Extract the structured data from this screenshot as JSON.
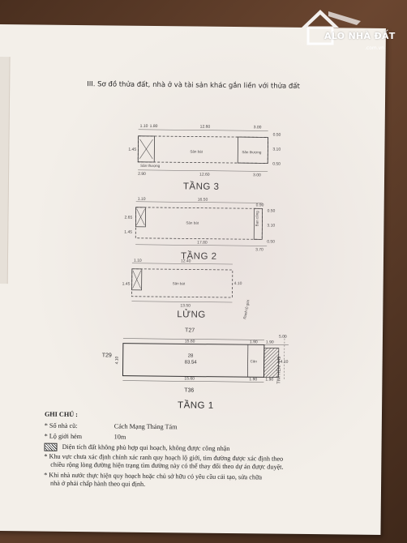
{
  "watermark": {
    "brand": "ALO NHÀ ĐẤT",
    "domain": ".com.vn"
  },
  "header": {
    "section_title": "III. Sơ đồ thửa đất, nhà ở và tài sản khác gắn liền với thửa đất"
  },
  "floors": {
    "tang3": {
      "title": "TẦNG 3",
      "rooms": [
        "Sân thượng",
        "Sân bát",
        "Sân thượng"
      ],
      "dims": [
        "1.10",
        "1.80",
        "12.60",
        "3.00",
        "0.50",
        "3.10",
        "0.50",
        "1.45",
        "2.90",
        "12.60",
        "3.00"
      ]
    },
    "tang2": {
      "title": "TẦNG 2",
      "rooms": [
        "Sân bát",
        "Ban công"
      ],
      "dims": [
        "1.10",
        "16.50",
        "0.90",
        "2.65",
        "1.45",
        "17.80",
        "0.50",
        "3.10",
        "0.50",
        "3.70"
      ]
    },
    "lung": {
      "title": "LỬNG",
      "rooms": [
        "Sân bát"
      ],
      "dims": [
        "1.10",
        "12.40",
        "1.45",
        "4.10",
        "13.50"
      ]
    },
    "tang1": {
      "title": "TẦNG 1",
      "rooms": [
        "Cân"
      ],
      "dims": [
        "T27",
        "T29",
        "T36",
        "15.60",
        "1.90",
        "1.90",
        "5.00",
        "4.10",
        "15.60",
        "1.90",
        "1.90",
        "4.10"
      ],
      "lot_number": "28",
      "lot_area": "83.54",
      "side_label_vertical": "Ranh lộ giới",
      "alley_label": "TIM HẺM 449"
    }
  },
  "notes": {
    "heading": "GHI CHÚ :",
    "items": [
      {
        "label": "* Số nhà cũ:",
        "value": "Cách Mạng Tháng Tám"
      },
      {
        "label": "* Lộ giới hẻm",
        "value": "10m"
      }
    ],
    "legend_text": "Diện tích đất không phù hợp qui hoạch, không được công nhận",
    "para1_line1": "* Khu vực chưa xác định chính xác ranh quy hoạch lộ giới, tim đường được xác định theo",
    "para1_line2": "chiều rộng lòng đường hiện trạng tìm đường này có thể thay đổi theo dự án được duyệt.",
    "para2_line1": "* Khi nhà nước thực hiện quy hoạch hoặc chủ sở hữu có yêu cầu cải tạo, sửa chữa",
    "para2_line2": "nhà ở phải chấp hành theo qui định."
  },
  "colors": {
    "paper": "#f3efe9",
    "table": "#5a3a25",
    "ink": "#222222",
    "watermark": "#ffffff"
  }
}
